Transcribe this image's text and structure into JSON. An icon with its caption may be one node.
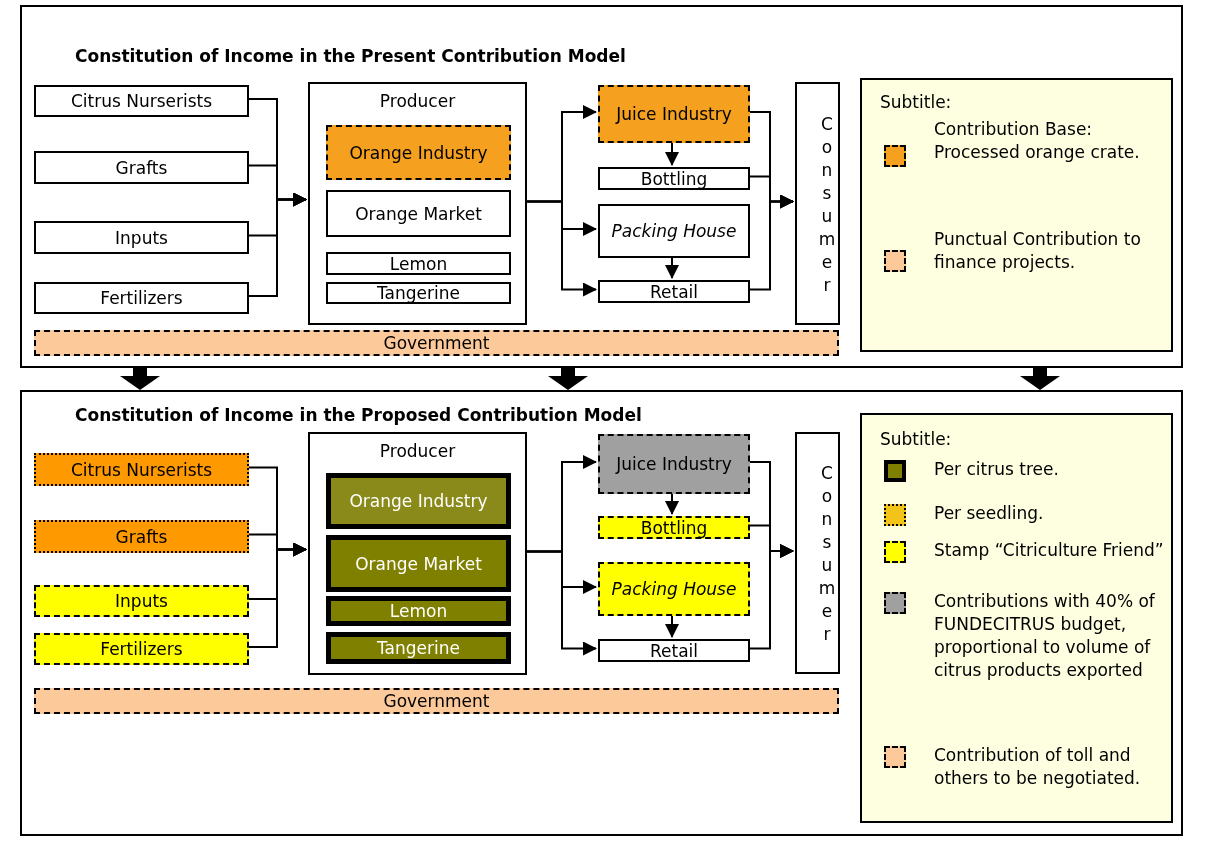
{
  "diagram": {
    "nodes": [
      {
        "text": [
          "Constitution of Income in the Present Contribution Model"
        ]
      },
      {
        "text": [
          "Citrus Nurserists"
        ],
        "in": 0
      },
      {
        "text": [
          "Grafts"
        ],
        "in": 0
      },
      {
        "text": [
          "Inputs"
        ],
        "in": 0
      },
      {
        "text": [
          "Fertilizers"
        ],
        "in": 0
      },
      {
        "text": [
          "Producer"
        ],
        "in": 0
      },
      {
        "text": [
          "Orange Industry"
        ],
        "in": 5
      },
      {
        "text": [
          "Orange Market"
        ],
        "in": 5
      },
      {
        "text": [
          "Lemon"
        ],
        "in": 5
      },
      {
        "text": [
          "Tangerine"
        ],
        "in": 5
      },
      {
        "text": [
          "Juice Industry"
        ],
        "in": 0
      },
      {
        "text": [
          "Bottling"
        ],
        "in": 0
      },
      {
        "text": [
          "Packing House"
        ],
        "in": 0
      },
      {
        "text": [
          "Retail"
        ],
        "in": 0
      },
      {
        "text": [
          "Consumer"
        ],
        "in": 0
      },
      {
        "text": [
          "Government"
        ],
        "in": 0
      },
      {
        "text": [
          "Constitution of Income in the Proposed Contribution Model"
        ]
      },
      {
        "text": [
          "Citrus Nurserists"
        ],
        "in": 16
      },
      {
        "text": [
          "Grafts"
        ],
        "in": 16
      },
      {
        "text": [
          "Inputs"
        ],
        "in": 16
      },
      {
        "text": [
          "Fertilizers"
        ],
        "in": 16
      },
      {
        "text": [
          "Producer"
        ],
        "in": 16
      },
      {
        "text": [
          "Orange Industry"
        ],
        "in": 21
      },
      {
        "text": [
          "Orange Market"
        ],
        "in": 21
      },
      {
        "text": [
          "Lemon"
        ],
        "in": 21
      },
      {
        "text": [
          "Tangerine"
        ],
        "in": 21
      },
      {
        "text": [
          "Juice Industry"
        ],
        "in": 16
      },
      {
        "text": [
          "Bottling"
        ],
        "in": 16
      },
      {
        "text": [
          "Packing House"
        ],
        "in": 16
      },
      {
        "text": [
          "Retail"
        ],
        "in": 16
      },
      {
        "text": [
          "Consumer"
        ],
        "in": 16
      },
      {
        "text": [
          "Government"
        ],
        "in": 16
      }
    ],
    "edges": [
      {
        "from": 1,
        "to": 5,
        "arrow": "to"
      },
      {
        "from": 2,
        "to": 5,
        "arrow": "to"
      },
      {
        "from": 3,
        "to": 5,
        "arrow": "to"
      },
      {
        "from": 4,
        "to": 5,
        "arrow": "to"
      },
      {
        "from": 5,
        "to": 10,
        "arrow": "to"
      },
      {
        "from": 5,
        "to": 12,
        "arrow": "to"
      },
      {
        "from": 5,
        "to": 13,
        "arrow": "to"
      },
      {
        "from": 10,
        "to": 11,
        "arrow": "to"
      },
      {
        "from": 12,
        "to": 13,
        "arrow": "to"
      },
      {
        "from": 10,
        "to": 14,
        "arrow": "to"
      },
      {
        "from": 11,
        "to": 14,
        "arrow": "to"
      },
      {
        "from": 13,
        "to": 14,
        "arrow": "to"
      },
      {
        "from": 17,
        "to": 21,
        "arrow": "to"
      },
      {
        "from": 18,
        "to": 21,
        "arrow": "to"
      },
      {
        "from": 19,
        "to": 21,
        "arrow": "to"
      },
      {
        "from": 20,
        "to": 21,
        "arrow": "to"
      },
      {
        "from": 21,
        "to": 26,
        "arrow": "to"
      },
      {
        "from": 21,
        "to": 28,
        "arrow": "to"
      },
      {
        "from": 21,
        "to": 29,
        "arrow": "to"
      },
      {
        "from": 26,
        "to": 27,
        "arrow": "to"
      },
      {
        "from": 28,
        "to": 29,
        "arrow": "to"
      },
      {
        "from": 26,
        "to": 30,
        "arrow": "to"
      },
      {
        "from": 27,
        "to": 30,
        "arrow": "to"
      },
      {
        "from": 29,
        "to": 30,
        "arrow": "to"
      },
      {
        "from": 0,
        "to": 16,
        "arrow": "to",
        "style": "thick"
      },
      {
        "from": 0,
        "to": 16,
        "arrow": "to",
        "style": "thick"
      },
      {
        "from": 0,
        "to": 16,
        "arrow": "to",
        "style": "thick"
      }
    ],
    "labels": [
      "Subtitle:",
      "Subtitle:"
    ],
    "legend": [
      {
        "text": "Contribution Base: Processed orange crate.",
        "color": "#f5a11f"
      },
      {
        "text": "Punctual Contribution to finance projects.",
        "color": "#fcc99a"
      },
      {
        "text": "Per citrus tree.",
        "color": "#808000"
      },
      {
        "text": "Per seedling.",
        "color": "#f2c419"
      },
      {
        "text": "Stamp “Citriculture Friend”",
        "color": "#ffff00"
      },
      {
        "text": "Contributions with 40% of FUNDECITRUS budget, proportional to volume of citrus products exported",
        "color": "#a0a0a0"
      },
      {
        "text": "Contribution of toll and others to be negotiated.",
        "color": "#fcc99a"
      }
    ]
  }
}
